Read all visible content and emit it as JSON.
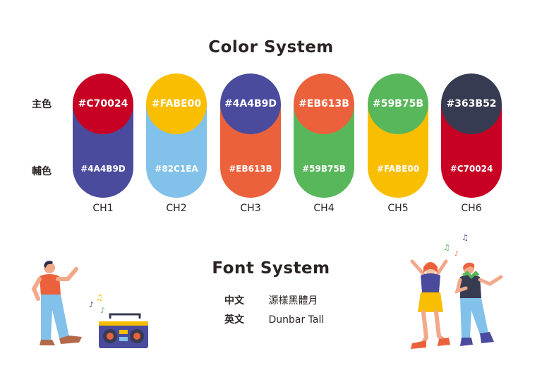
{
  "color_system": {
    "title": "Color System",
    "primary_label": "主色",
    "secondary_label": "輔色",
    "channels": [
      {
        "name": "CH1",
        "primary": "#C70024",
        "secondary": "#4A4B9D"
      },
      {
        "name": "CH2",
        "primary": "#FABE00",
        "secondary": "#82C1EA"
      },
      {
        "name": "CH3",
        "primary": "#4A4B9D",
        "secondary": "#EB613B"
      },
      {
        "name": "CH4",
        "primary": "#EB613B",
        "secondary": "#59B75B"
      },
      {
        "name": "CH5",
        "primary": "#59B75B",
        "secondary": "#FABE00"
      },
      {
        "name": "CH6",
        "primary": "#363B52",
        "secondary": "#C70024"
      }
    ]
  },
  "font_system": {
    "title": "Font System",
    "rows": [
      {
        "label": "中文",
        "value": "源樣黑體月"
      },
      {
        "label": "英文",
        "value": "Dunbar Tall"
      }
    ]
  },
  "illustrations": {
    "left": "man-dancing-with-boombox-illustration",
    "right": "couple-dancing-illustration"
  }
}
